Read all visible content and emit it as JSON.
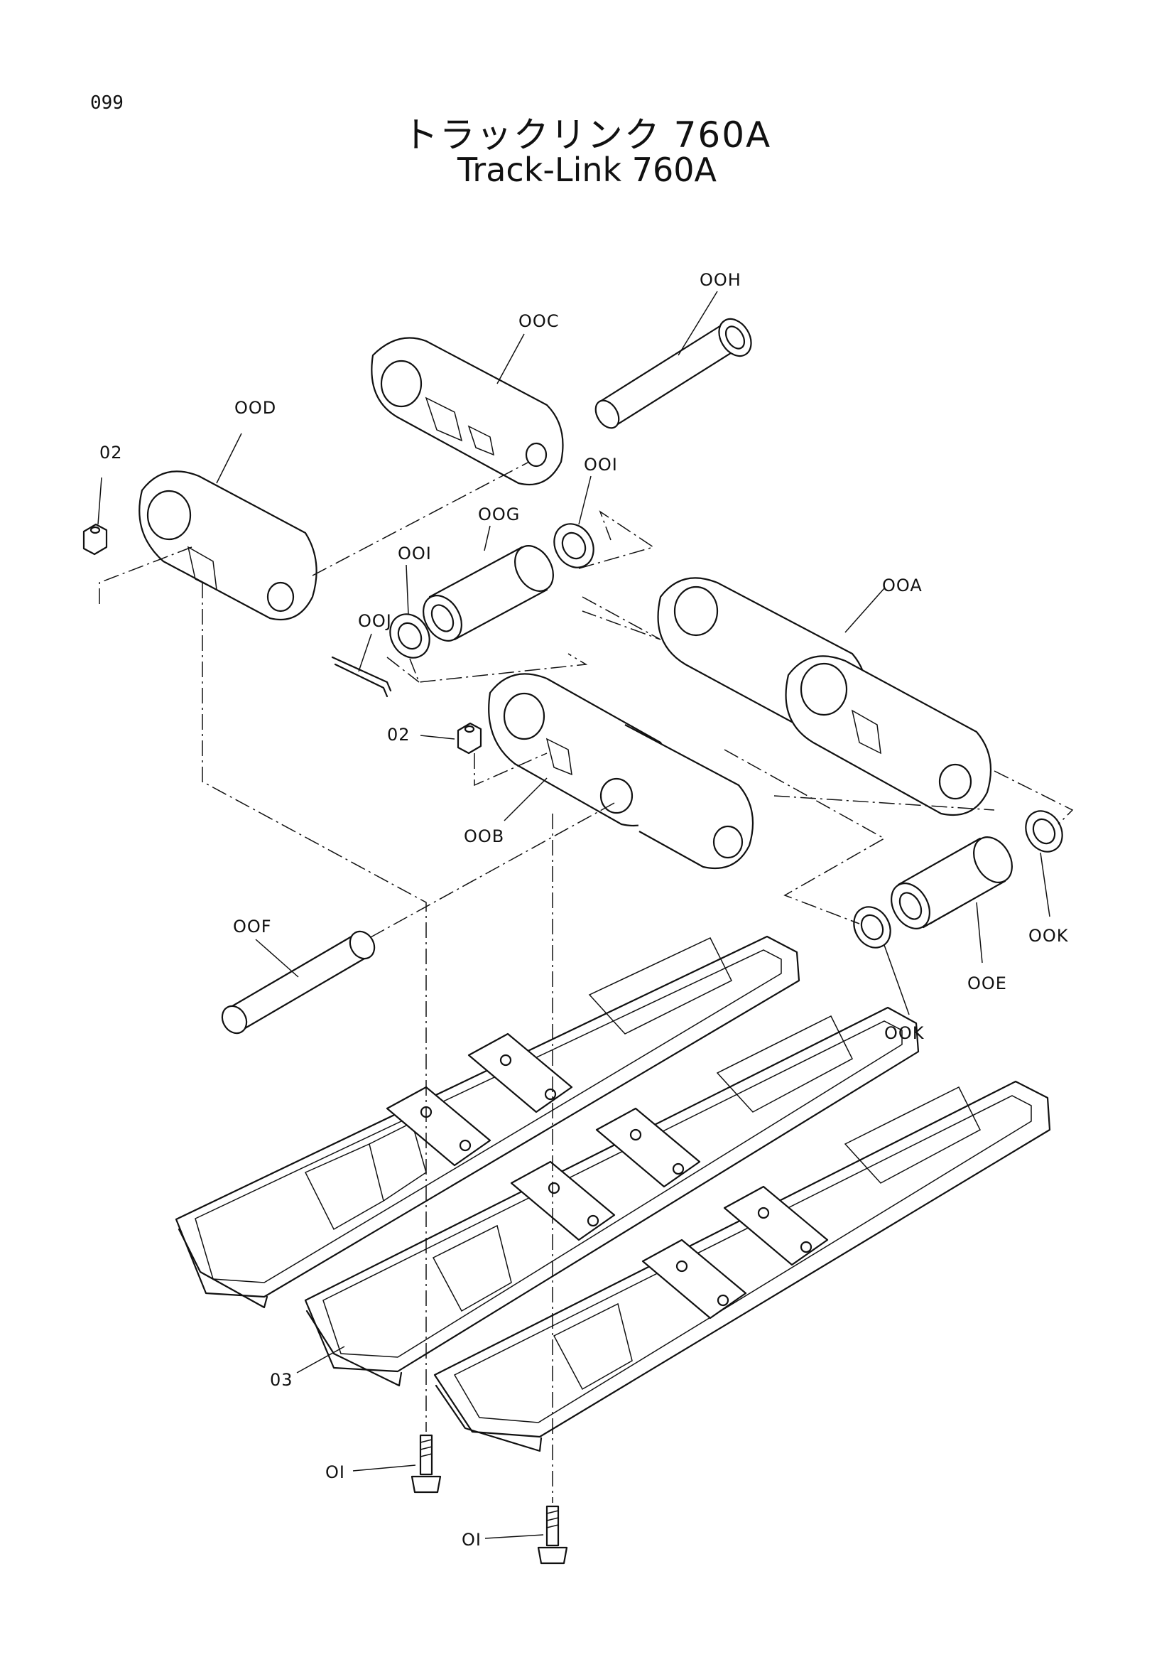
{
  "header": {
    "page_number": "099",
    "title_ja": "トラックリンク 760A",
    "title_en": "Track-Link 760A"
  },
  "callouts": {
    "l00H": "OOH",
    "l00C": "OOC",
    "l00D": "OOD",
    "l02a": "02",
    "l00I_a": "OOI",
    "l00G": "OOG",
    "l00I_b": "OOI",
    "l00J": "OOJ",
    "l00A": "OOA",
    "l02b": "02",
    "l00B": "OOB",
    "l00F": "OOF",
    "l00K_a": "OOK",
    "l00E": "OOE",
    "l00K_b": "OOK",
    "l03": "03",
    "l01a": "OI",
    "l01b": "OI"
  }
}
